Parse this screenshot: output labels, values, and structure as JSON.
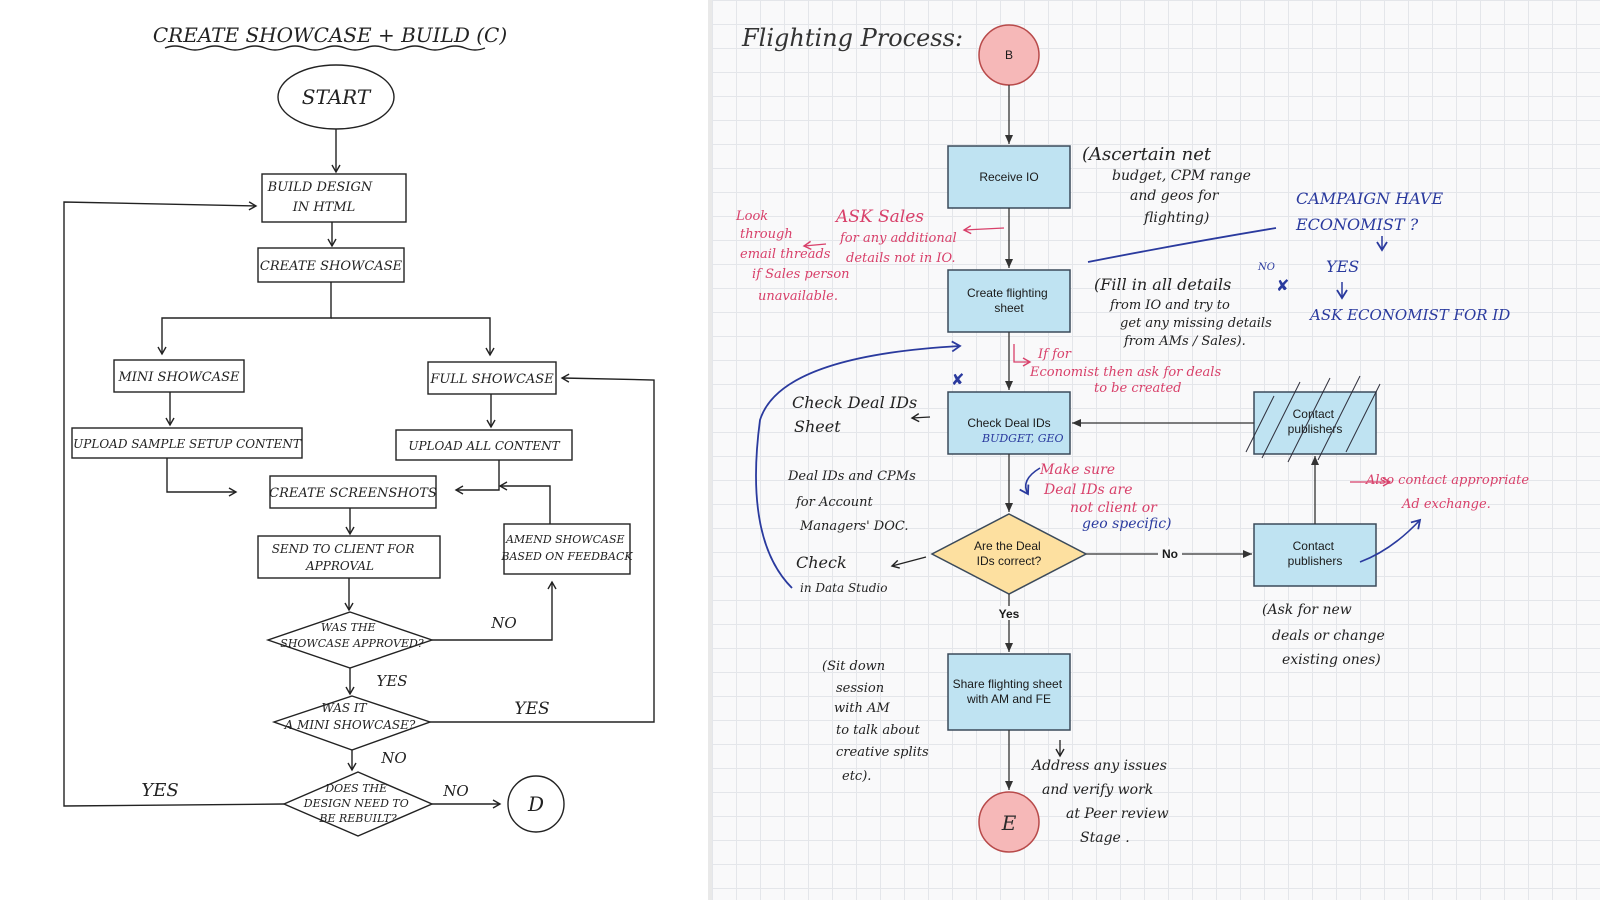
{
  "colors": {
    "pen": "#222222",
    "red_ink": "#d8406a",
    "blue_ink": "#2a3a9e",
    "process_fill": "#bfe3f2",
    "process_stroke": "#3b4a5a",
    "decision_fill": "#fde0a0",
    "terminal_fill": "#f6b8b8",
    "terminal_stroke": "#b84a4a"
  },
  "left_chart": {
    "title": "CREATE SHOWCASE + BUILD (C)",
    "start": "START",
    "build_design": [
      "BUILD DESIGN",
      "IN HTML"
    ],
    "create_showcase": "CREATE SHOWCASE",
    "mini_showcase": "MINI SHOWCASE",
    "full_showcase": "FULL SHOWCASE",
    "upload_sample": "UPLOAD SAMPLE SETUP CONTENT",
    "upload_all": "UPLOAD ALL CONTENT",
    "create_screenshots": "CREATE SCREENSHOTS",
    "send_to_client": [
      "SEND TO CLIENT FOR",
      "APPROVAL"
    ],
    "amend_showcase": [
      "AMEND SHOWCASE",
      "BASED ON FEEDBACK"
    ],
    "approved_question": [
      "WAS THE",
      "SHOWCASE APPROVED?"
    ],
    "mini_question": [
      "WAS IT",
      "A MINI SHOWCASE?"
    ],
    "rebuild_question": [
      "DOES THE",
      "DESIGN NEED TO",
      "BE REBUILT?"
    ],
    "end_terminal": "D",
    "label_no_approved": "NO",
    "label_yes_approved": "YES",
    "label_yes_mini": "YES",
    "label_no_mini": "NO",
    "label_yes_rebuild": "YES",
    "label_no_rebuild": "NO"
  },
  "right_chart": {
    "title": "Flighting Process:",
    "start_terminal": "B",
    "receive_io": "Receive IO",
    "create_sheet": [
      "Create flighting",
      "sheet"
    ],
    "check_deals": "Check Deal IDs",
    "check_deals_note": "BUDGET, GEO",
    "contact_top": [
      "Contact",
      "publishers"
    ],
    "decision": [
      "Are the Deal",
      "IDs correct?"
    ],
    "contact_bottom": [
      "Contact",
      "publishers"
    ],
    "label_no": "No",
    "label_yes": "Yes",
    "share_sheet": [
      "Share flighting sheet",
      "with AM and FE"
    ],
    "end_terminal": "E",
    "note_ascertain": [
      "(Ascertain net",
      "budget, CPM range",
      "and geos for",
      "flighting)"
    ],
    "note_fill_in": [
      "(Fill in all details",
      "from IO and try to",
      "get any missing details",
      "from AMs / Sales)."
    ],
    "note_look_through": [
      "Look",
      "through",
      "email threads",
      "if Sales person",
      "unavailable."
    ],
    "note_ask_sales": [
      "ASK Sales",
      "for any additional",
      "details not in IO."
    ],
    "note_campaign": [
      "CAMPAIGN HAVE",
      "ECONOMIST ?"
    ],
    "note_yes_economist": "YES",
    "note_ask_economist": "ASK ECONOMIST FOR ID",
    "note_no": "NO",
    "note_if_for": [
      "If for",
      "Economist then ask for deals",
      "to be created"
    ],
    "note_check_sheet": [
      "Check Deal IDs",
      "Sheet"
    ],
    "note_deal_ids_cpms": [
      "Deal IDs and CPMs",
      "for Account",
      "Managers' DOC."
    ],
    "note_check_data": [
      "Check",
      "in Data Studio"
    ],
    "note_make_sure": [
      "Make sure",
      "Deal IDs are",
      "not client or",
      "geo specific)"
    ],
    "note_also_contact": [
      "Also contact appropriate",
      "Ad exchange."
    ],
    "note_ask_new": [
      "(Ask for new",
      "deals or change",
      "existing ones)"
    ],
    "note_sit_down": [
      "(Sit down",
      "session",
      "with AM",
      "to talk about",
      "creative splits",
      "etc)."
    ],
    "note_address": [
      "Address any issues",
      "and verify work",
      "at Peer review",
      "Stage ."
    ]
  }
}
